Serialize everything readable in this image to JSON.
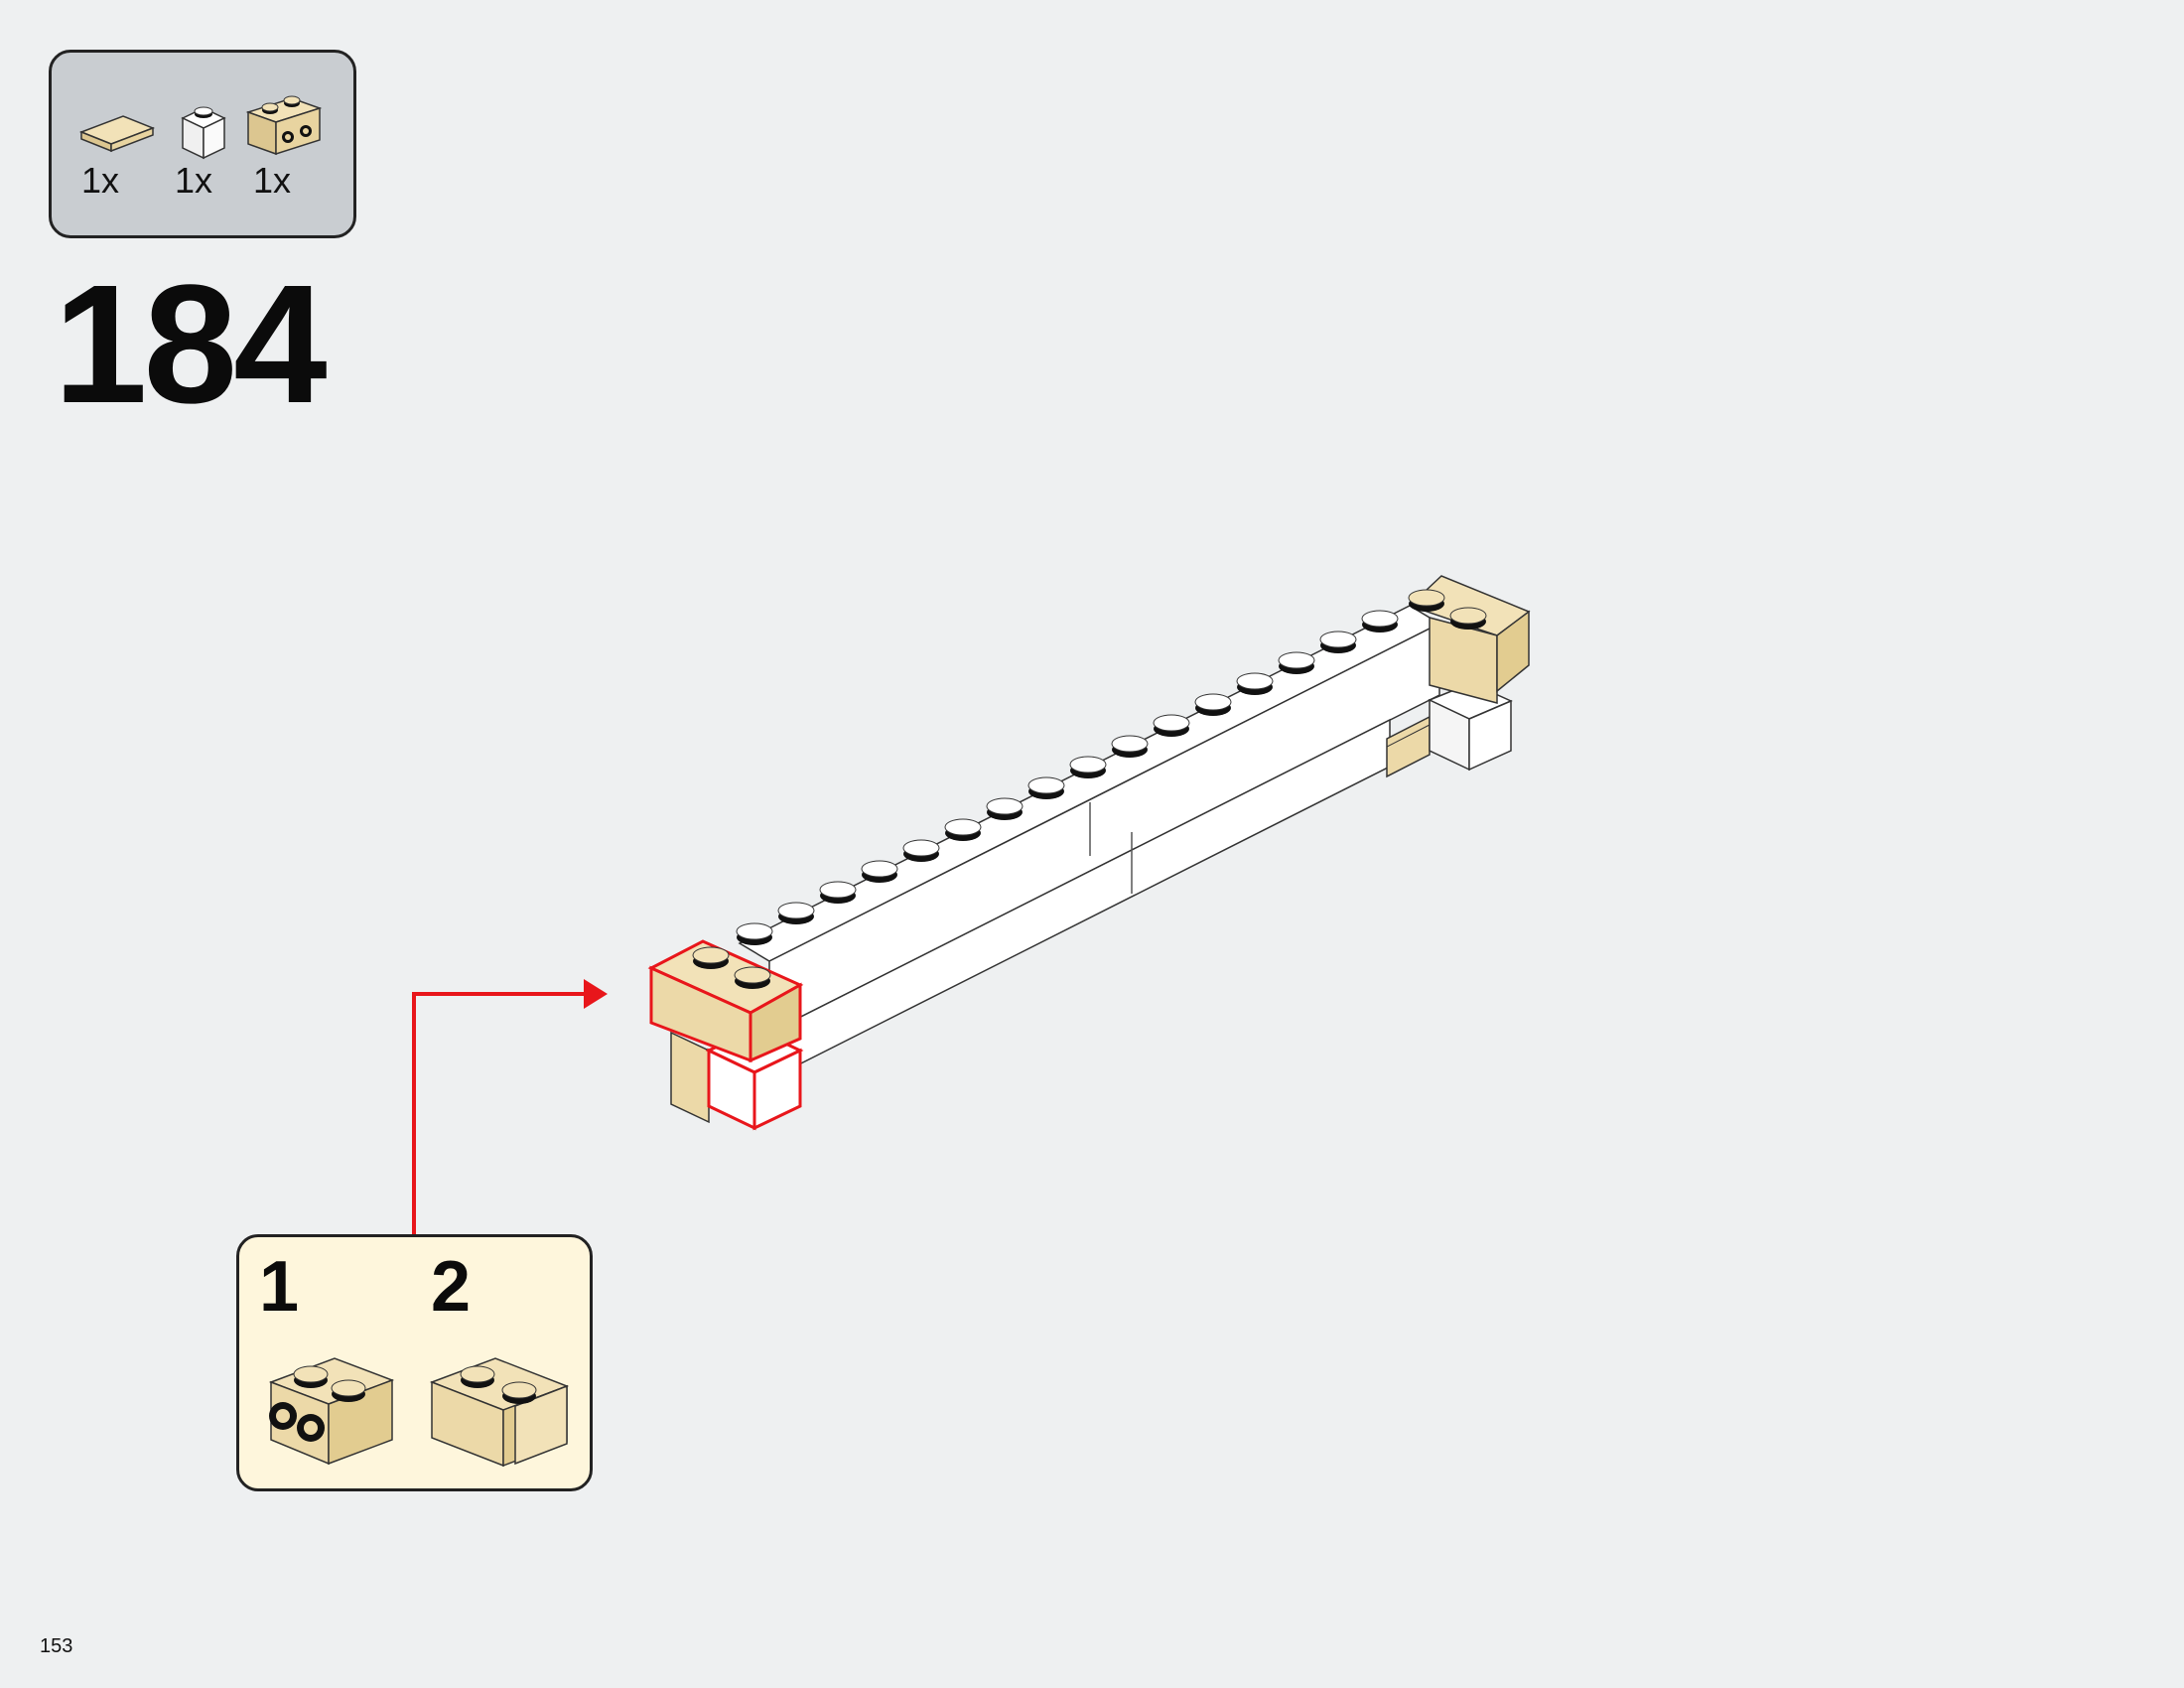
{
  "parts_list": {
    "items": [
      {
        "name": "tan-tile-icon",
        "qty": "1x"
      },
      {
        "name": "white-brick-icon",
        "qty": "1x"
      },
      {
        "name": "tan-brick-with-studs-icon",
        "qty": "1x"
      }
    ]
  },
  "step": {
    "number": "184"
  },
  "subassembly": {
    "steps": [
      {
        "label": "1",
        "icon": "tan-brick-side-studs-icon"
      },
      {
        "label": "2",
        "icon": "tan-brick-with-tile-icon"
      }
    ]
  },
  "page": {
    "number": "153"
  },
  "colors": {
    "background": "#eef0f1",
    "parts_box": "#c9cdd1",
    "subassembly_box": "#fef6dc",
    "tan": "#ecd9a8",
    "highlight": "#e8161b"
  }
}
